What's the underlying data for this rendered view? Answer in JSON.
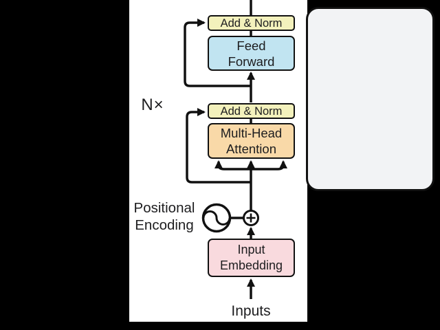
{
  "frame": {
    "letterbox_color": "#000000",
    "canvas_color": "#ffffff"
  },
  "diagram": {
    "multiplier_label": "N×",
    "encoder": {
      "block_fill": "#f2f3f5",
      "add_norm_top": {
        "label": "Add & Norm",
        "color": "#f3f1bc"
      },
      "feed_forward": {
        "label": "Feed\nForward",
        "color": "#c1e4f1"
      },
      "add_norm_bottom": {
        "label": "Add & Norm",
        "color": "#f3f1bc"
      },
      "multi_head_attention": {
        "label": "Multi-Head\nAttention",
        "color": "#f9d9a8"
      }
    },
    "input_embedding": {
      "label": "Input\nEmbedding",
      "color": "#f9dade"
    },
    "positional_encoding_label": "Positional\nEncoding",
    "inputs_label": "Inputs",
    "symbols": {
      "positional_encoding": "sine-wave-circle",
      "combine": "circle-plus"
    },
    "line_color": "#111111",
    "text_color": "#1d1d1f"
  }
}
